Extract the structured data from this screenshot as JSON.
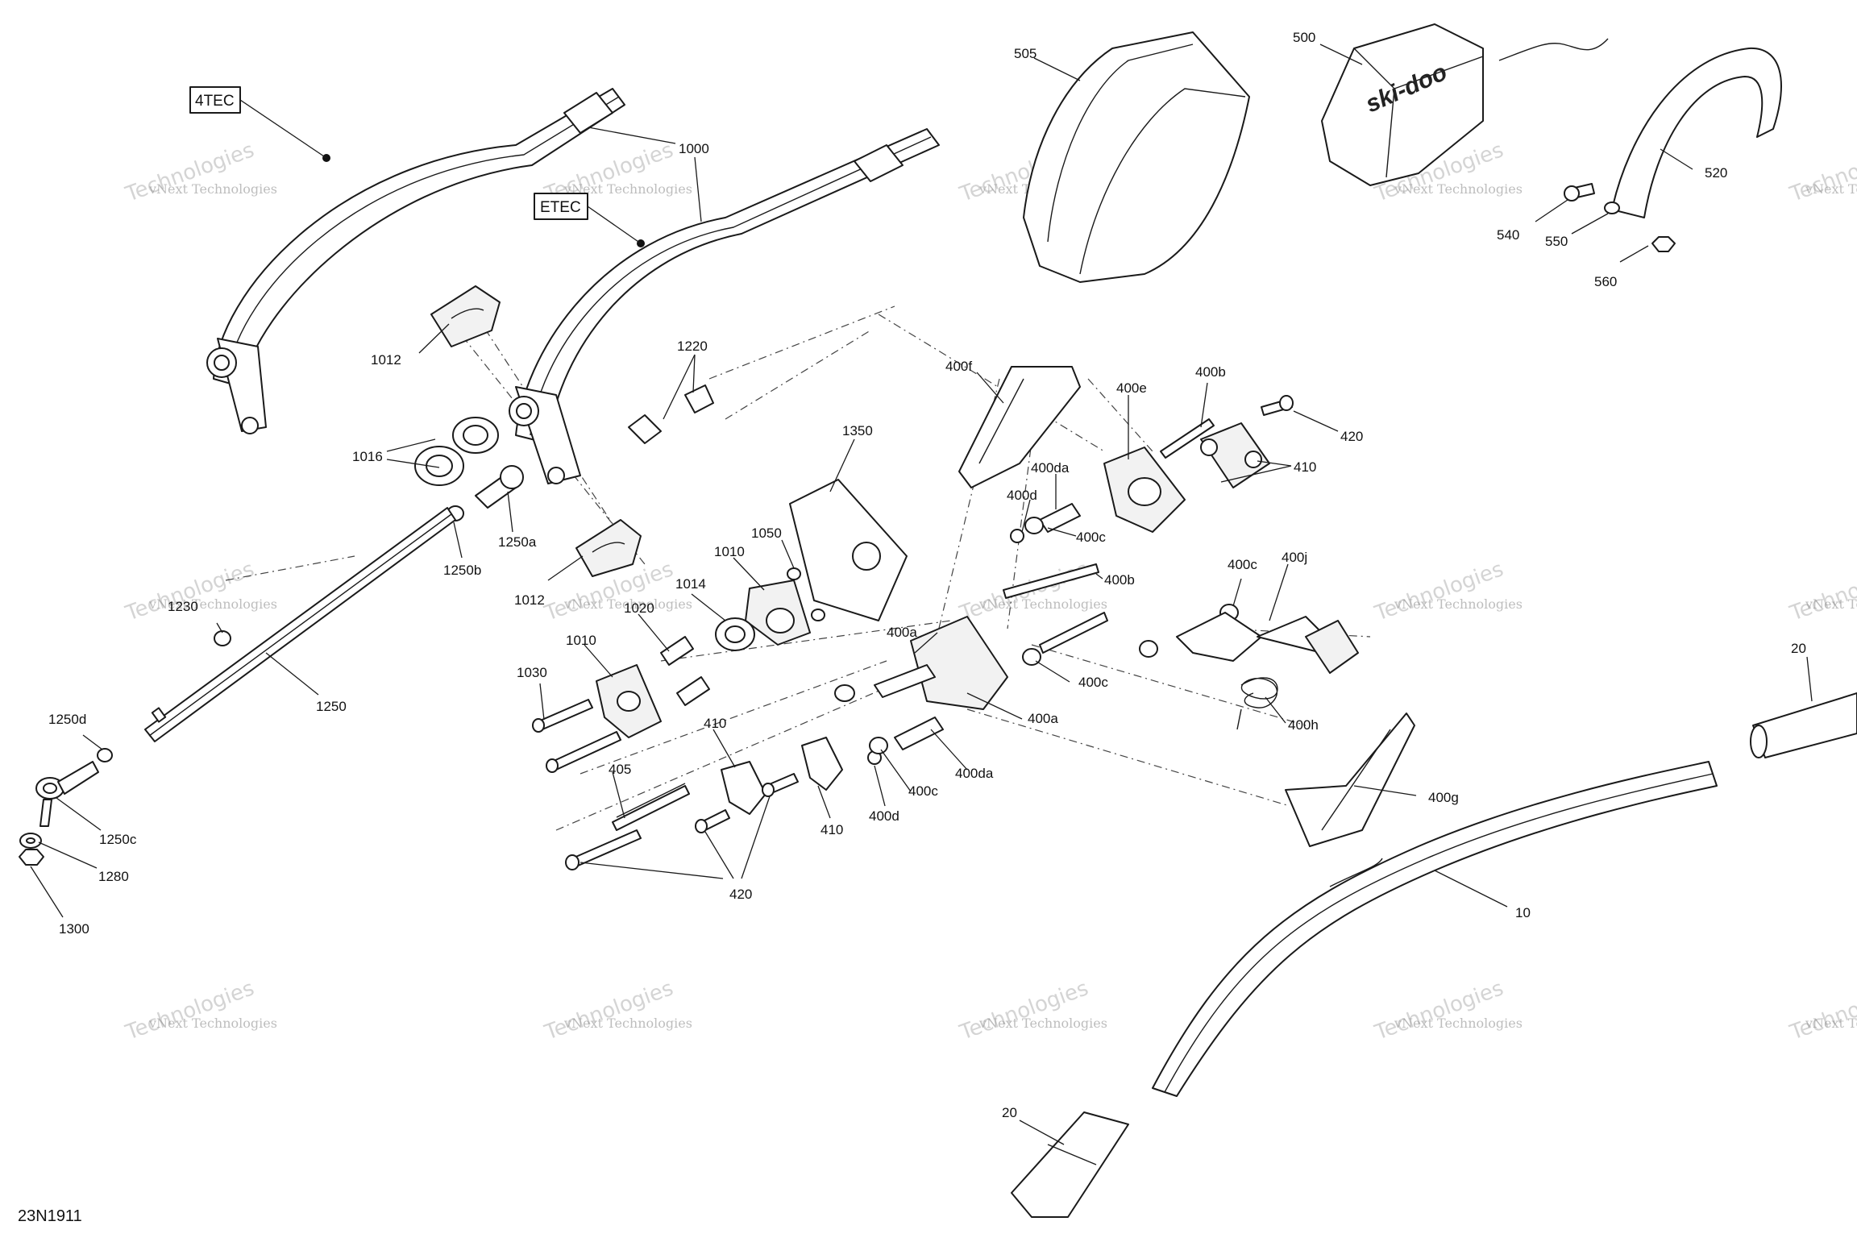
{
  "diagram": {
    "code": "23N1911",
    "tags": {
      "t4tec": "4TEC",
      "tetec": "ETEC"
    },
    "brand_logo": "ski-doo",
    "watermark": {
      "line1": "vNext Technologies",
      "line2": "Technologies"
    },
    "labels": {
      "p1000": "1000",
      "p505": "505",
      "p500": "500",
      "p520": "520",
      "p540": "540",
      "p550": "550",
      "p560": "560",
      "p1012a": "1012",
      "p1012b": "1012",
      "p1016": "1016",
      "p1220": "1220",
      "p1250a": "1250a",
      "p1250b": "1250b",
      "p1230": "1230",
      "p1250": "1250",
      "p1250d": "1250d",
      "p1250c": "1250c",
      "p1280": "1280",
      "p1300": "1300",
      "p1350": "1350",
      "p1050": "1050",
      "p1010a": "1010",
      "p1010b": "1010",
      "p1014": "1014",
      "p1020": "1020",
      "p1030": "1030",
      "p410a": "410",
      "p410b": "410",
      "p410c": "410",
      "p405": "405",
      "p420a": "420",
      "p420b": "420",
      "p400f": "400f",
      "p400e": "400e",
      "p400b1": "400b",
      "p400b2": "400b",
      "p400da1": "400da",
      "p400da2": "400da",
      "p400d1": "400d",
      "p400d2": "400d",
      "p400c1": "400c",
      "p400c2": "400c",
      "p400c3": "400c",
      "p400c4": "400c",
      "p400j": "400j",
      "p400a1": "400a",
      "p400a2": "400a",
      "p400h": "400h",
      "p400g": "400g",
      "p10": "10",
      "p20a": "20",
      "p20b": "20"
    }
  }
}
